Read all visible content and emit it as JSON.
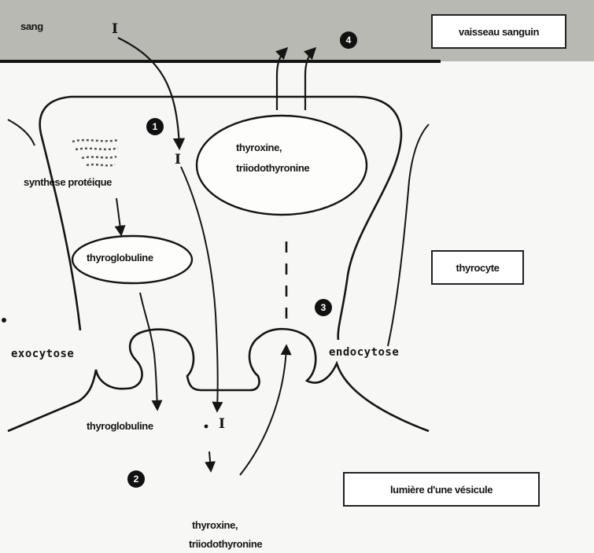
{
  "labels": {
    "sang": "sang",
    "vaisseau_sanguin": "vaisseau sanguin",
    "thyrocyte": "thyrocyte",
    "lumiere": "lumière d'une vésicule",
    "synthese_proteique": "synthèse protéique",
    "thyroglobuline_cell": "thyroglobuline",
    "thyroglobuline_lumen": "thyroglobuline",
    "exocytose": "exocytose",
    "endocytose": "endocytose",
    "hormones_cell_line1": "thyroxine,",
    "hormones_cell_line2": "triiodothyronine",
    "hormones_lumen_line1": "thyroxine,",
    "hormones_lumen_line2": "triiodothyronine",
    "iodine_blood": "I",
    "iodine_cell": "I",
    "iodine_lumen": "I"
  },
  "steps": {
    "s1": "1",
    "s2": "2",
    "s3": "3",
    "s4": "4"
  },
  "colors": {
    "blood_vessel": "#b9b9b3",
    "ink": "#151515",
    "background": "#f7f7f5"
  }
}
